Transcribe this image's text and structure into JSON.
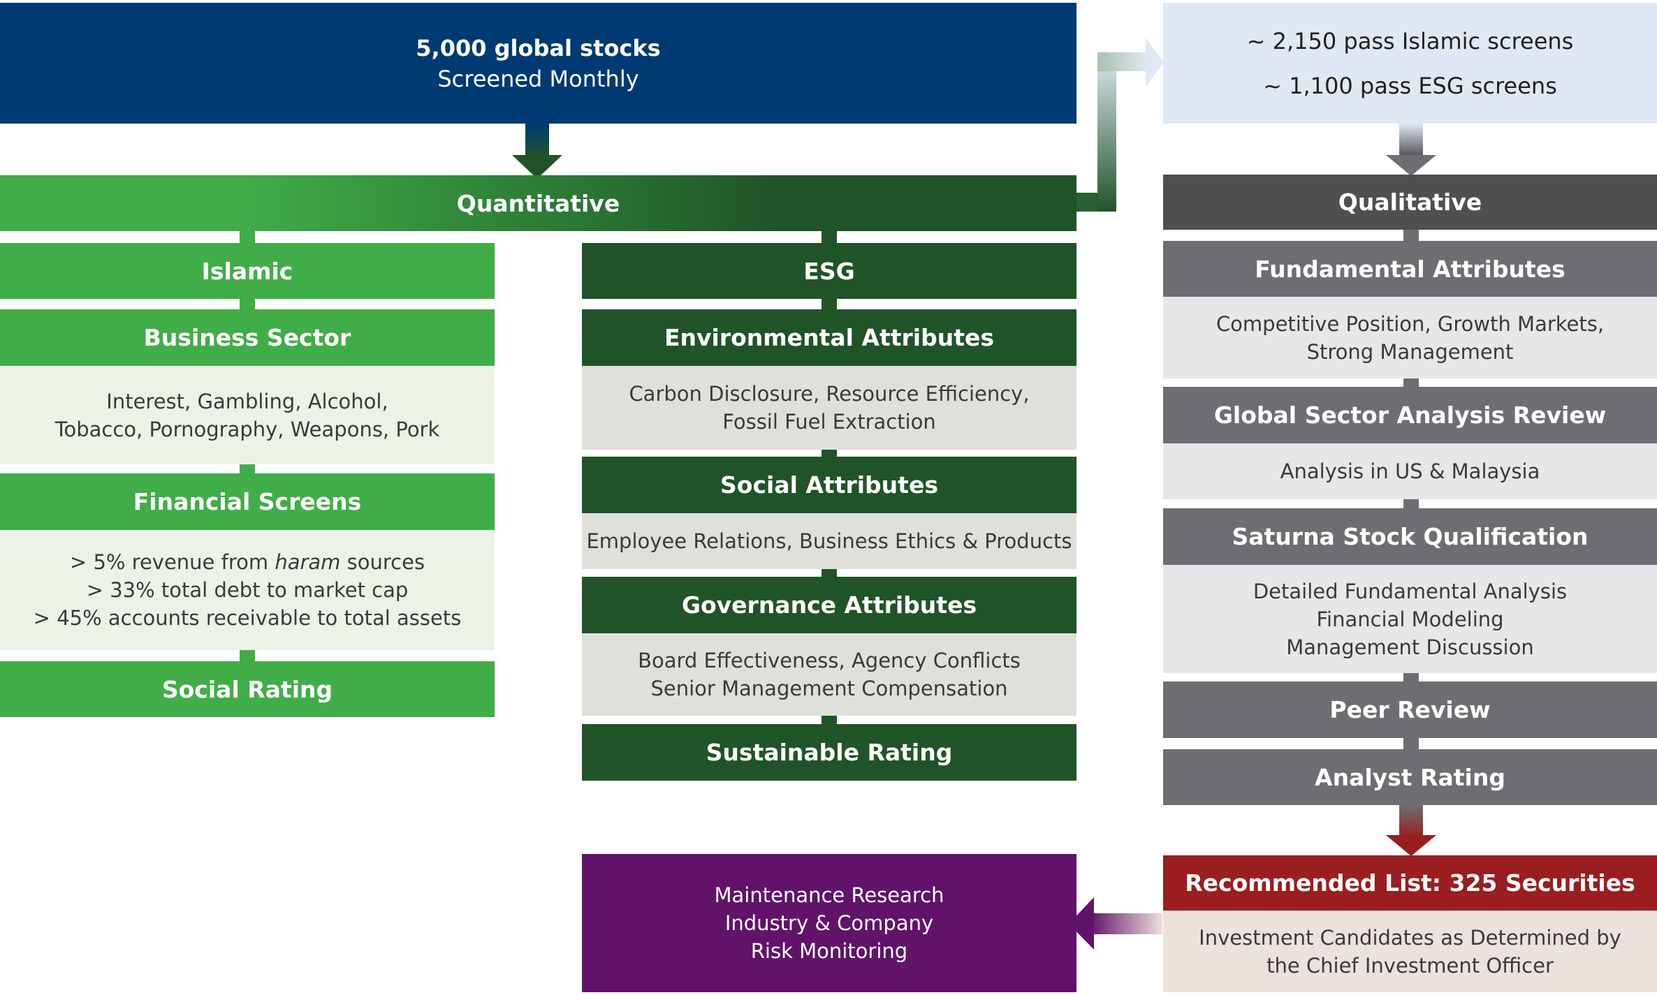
{
  "colors": {
    "navy": "#003a72",
    "green_light": "#41ad49",
    "green_light_bg": "#ebf3e7",
    "green_dark": "#215329",
    "green_dark_bg": "#dfe0da",
    "gray_dark": "#4f4f51",
    "gray_mid": "#6d6e71",
    "gray_bg": "#e6e7e8",
    "light_blue_bg": "#dfe9f3",
    "red": "#9a1d20",
    "pink_bg": "#ece1dd",
    "purple": "#601369"
  },
  "top": {
    "title": "5,000 global stocks",
    "subtitle": "Screened Monthly"
  },
  "results": {
    "line1": "~ 2,150 pass Islamic screens",
    "line2": "~ 1,100 pass ESG screens"
  },
  "quantitative": {
    "label": "Quantitative"
  },
  "islamic": {
    "header": "Islamic",
    "business_sector": {
      "header": "Business Sector",
      "lines": [
        "Interest, Gambling, Alcohol,",
        "Tobacco, Pornography, Weapons, Pork"
      ]
    },
    "financial_screens": {
      "header": "Financial Screens",
      "line1_pre": "> 5% revenue from ",
      "line1_em": "haram",
      "line1_post": " sources",
      "line2": "> 33% total debt to market cap",
      "line3": "> 45% accounts receivable to total assets"
    },
    "rating": "Social Rating"
  },
  "esg": {
    "header": "ESG",
    "environmental": {
      "header": "Environmental Attributes",
      "lines": [
        "Carbon Disclosure, Resource Efficiency,",
        "Fossil Fuel Extraction"
      ]
    },
    "social": {
      "header": "Social Attributes",
      "lines": [
        "Employee Relations, Business Ethics & Products"
      ]
    },
    "governance": {
      "header": "Governance Attributes",
      "lines": [
        "Board Effectiveness, Agency Conflicts",
        "Senior Management Compensation"
      ]
    },
    "rating": "Sustainable Rating"
  },
  "qualitative": {
    "label": "Qualitative",
    "fundamental": {
      "header": "Fundamental Attributes",
      "lines": [
        "Competitive Position, Growth Markets,",
        "Strong Management"
      ]
    },
    "global_sector": {
      "header": "Global Sector Analysis Review",
      "lines": [
        "Analysis in US & Malaysia"
      ]
    },
    "saturna": {
      "header": "Saturna Stock Qualification",
      "lines": [
        "Detailed Fundamental Analysis",
        "Financial Modeling",
        "Management Discussion"
      ]
    },
    "peer_review": "Peer Review",
    "analyst_rating": "Analyst Rating"
  },
  "recommended": {
    "header": "Recommended List: 325 Securities",
    "lines": [
      "Investment Candidates as Determined by",
      "the Chief Investment Officer"
    ]
  },
  "maintenance": {
    "lines": [
      "Maintenance Research",
      "Industry & Company",
      "Risk Monitoring"
    ]
  }
}
